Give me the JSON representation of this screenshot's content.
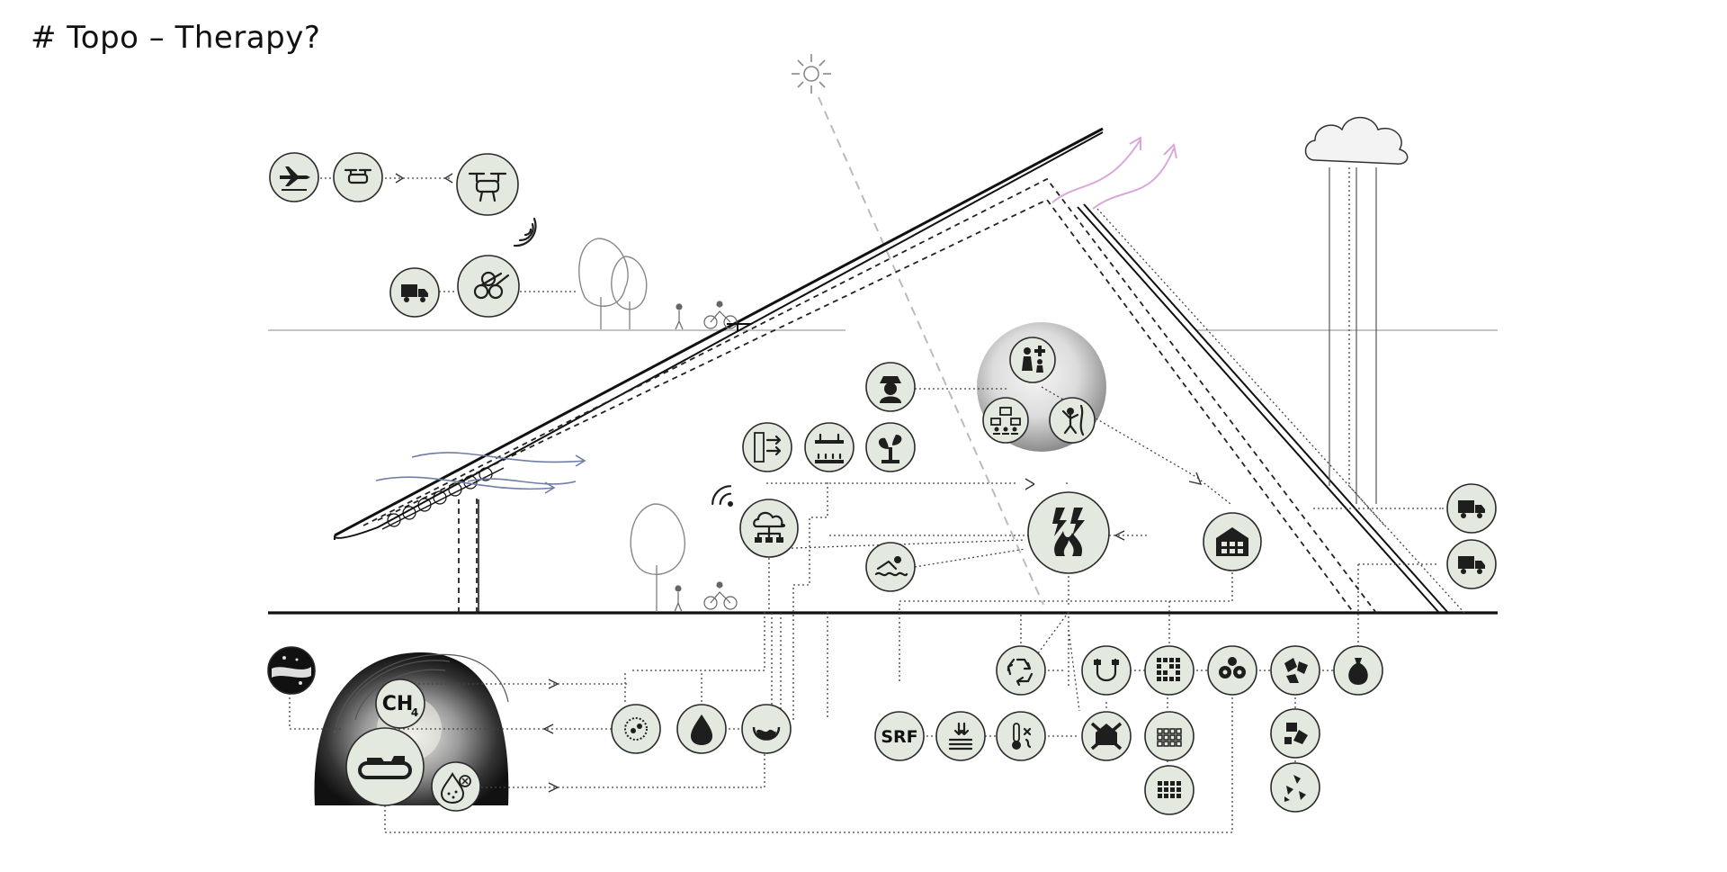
{
  "title": "# Topo – Therapy?",
  "labels": {
    "ch4": "CH",
    "ch4_sub": "4",
    "srf": "SRF"
  },
  "colors": {
    "node_fill": "#e4e9df",
    "accent_wind": "#6f7ea6",
    "accent_heat": "#d9a8d8",
    "rain_cloud": "#f3f3f3"
  },
  "icons": [
    "airplane-icon",
    "drone-icon",
    "large-drone-icon",
    "signal-icon",
    "truck-icon",
    "logs-icon",
    "farmer-icon",
    "ventilation-icon",
    "irrigation-icon",
    "plant-icon",
    "cloud-server-icon",
    "wifi-icon",
    "swimming-icon",
    "energy-fire-icon",
    "warehouse-icon",
    "family-health-icon",
    "community-icon",
    "climbing-icon",
    "recycle-icon",
    "magnet-icon",
    "sorting-grid-icon",
    "gears-icon",
    "debris-icon",
    "garbage-bag-icon",
    "srf-icon",
    "compress-icon",
    "thermometer-icon",
    "no-shredding-icon",
    "small-grid-icon",
    "dense-grid-icon",
    "fragments-icon",
    "shards-icon",
    "bacteria-icon",
    "water-drop-icon",
    "leachate-icon",
    "ch4-icon",
    "conveyor-icon",
    "contaminated-drop-icon",
    "soil-sample-icon",
    "sun-icon",
    "rain-cloud-icon"
  ]
}
